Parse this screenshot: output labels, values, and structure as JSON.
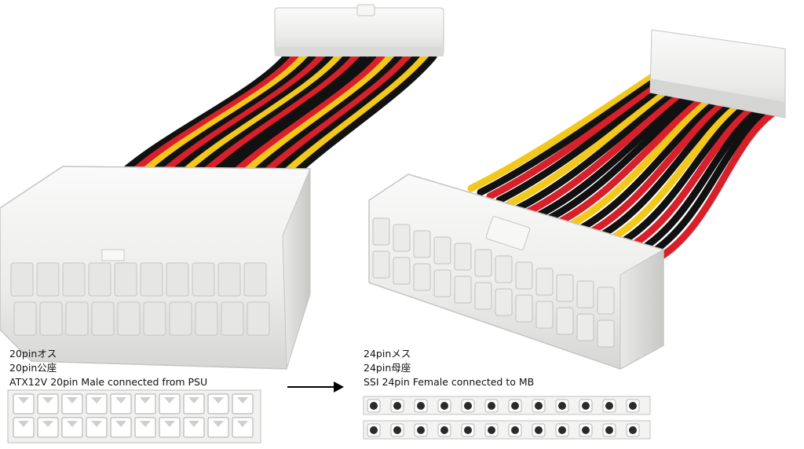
{
  "left_connector": {
    "caption": [
      "20pinオス",
      "20pin公座",
      "ATX12V 20pin Male connected from PSU"
    ],
    "pins_per_row": 10,
    "rows": 2
  },
  "right_connector": {
    "caption": [
      "24pinメス",
      "24pin母座",
      "SSI 24pin Female connected to MB"
    ],
    "pins_per_row": 12,
    "rows": 2
  },
  "colors": {
    "background": "#ffffff",
    "housing": "#f4f4f2",
    "housing_shadow": "#cfd0ce",
    "wire_red": "#d8202a",
    "wire_yellow": "#f2c81a",
    "wire_black": "#111111",
    "arrow": "#000000"
  }
}
